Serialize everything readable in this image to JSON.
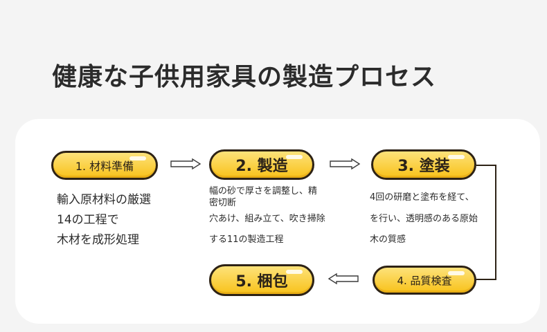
{
  "title": "健康な子供用家具の製造プロセス",
  "colors": {
    "pill_fill": "#f8c21a",
    "pill_border": "#2d2215",
    "panel": "#ffffff",
    "background": "#f4f4f4"
  },
  "steps": [
    {
      "label": "1. 材料準備",
      "lines": [
        "輸入原材料の厳選",
        "14の工程で",
        "木材を成形処理"
      ]
    },
    {
      "label": "2. 製造",
      "lines": [
        "幅の砂で厚さを調整し、精",
        "密切断",
        "穴あけ、組み立て、吹き掃除",
        "する11の製造工程"
      ]
    },
    {
      "label": "3. 塗装",
      "lines": [
        "4回の研磨と塗布を経て、",
        "を行い、透明感のある原始",
        "木の質感"
      ]
    },
    {
      "label": "4. 品質検査"
    },
    {
      "label": "5. 梱包"
    }
  ]
}
